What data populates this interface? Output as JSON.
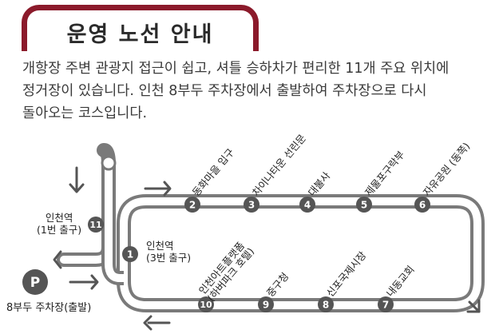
{
  "title": "운영 노선 안내",
  "description": [
    "개항장 주변 관광지 접근이 쉽고, 셔틀 승하차가 편리한 11개 주요 위치에",
    "정거장이 있습니다. 인천 8부두 주차장에서 출발하여 주차장으로 다시",
    "돌아오는 코스입니다."
  ],
  "colors": {
    "accent": "#8b1a2b",
    "route": "#7a7a7a",
    "stop": "#555555"
  },
  "start": {
    "icon": "P",
    "label": "8부두 주차장(출발)"
  },
  "stops": [
    {
      "num": "1",
      "label_lines": [
        "인천역",
        "(3번 출구)"
      ]
    },
    {
      "num": "2",
      "label": "동화마을 입구"
    },
    {
      "num": "3",
      "label": "차이나타운 선린문"
    },
    {
      "num": "4",
      "label": "대불사"
    },
    {
      "num": "5",
      "label": "제물포구락부"
    },
    {
      "num": "6",
      "label": "자유공원 (동쪽)"
    },
    {
      "num": "7",
      "label": "내동교회"
    },
    {
      "num": "8",
      "label": "신포국제시장"
    },
    {
      "num": "9",
      "label": "중구청"
    },
    {
      "num": "10",
      "label_lines": [
        "인천아트플랫폼",
        "(하버파크 호텔)"
      ]
    },
    {
      "num": "11",
      "label_lines": [
        "인천역",
        "(1번 출구)"
      ]
    }
  ]
}
